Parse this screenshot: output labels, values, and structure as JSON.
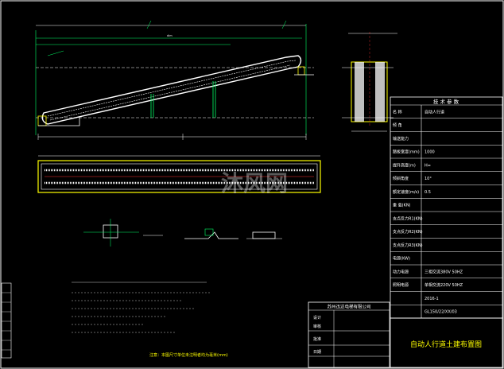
{
  "specs_table": {
    "title": "技 术 参 数",
    "rows": [
      {
        "label": "名 称",
        "value": "自动人行道"
      },
      {
        "label": "倾 角",
        "value": ""
      },
      {
        "label": "输送能力",
        "value": ""
      },
      {
        "label": "踏板宽度(mm)",
        "value": "1000"
      },
      {
        "label": "提升高度(m)",
        "value": "H="
      },
      {
        "label": "倾斜角度",
        "value": "10°"
      },
      {
        "label": "额定速度(m/s)",
        "value": "0.5"
      },
      {
        "label": "重 载(KN)",
        "value": ""
      },
      {
        "label": "支点反力R1(KN)",
        "value": ""
      },
      {
        "label": "支点反力R2(KN)",
        "value": ""
      },
      {
        "label": "支点反力R3(KN)",
        "value": ""
      },
      {
        "label": "电源(KW)",
        "value": ""
      },
      {
        "label": "动力电源",
        "value": "三相交流380V 50HZ"
      },
      {
        "label": "照明电源",
        "value": "单相交流220V 50HZ"
      },
      {
        "label": "",
        "value": "2016-1"
      },
      {
        "label": "",
        "value": "GL150/22/XX/03"
      }
    ]
  },
  "title_block": {
    "company": "苏州迅达电梯有限公司",
    "cells": [
      "设计",
      "审核",
      "批准",
      "日期"
    ],
    "drawing_title": "自动人行道土建布置图"
  },
  "notes_caption": "注意：本图尺寸单位未注明者均为毫米(mm)",
  "watermark": "沐风网"
}
